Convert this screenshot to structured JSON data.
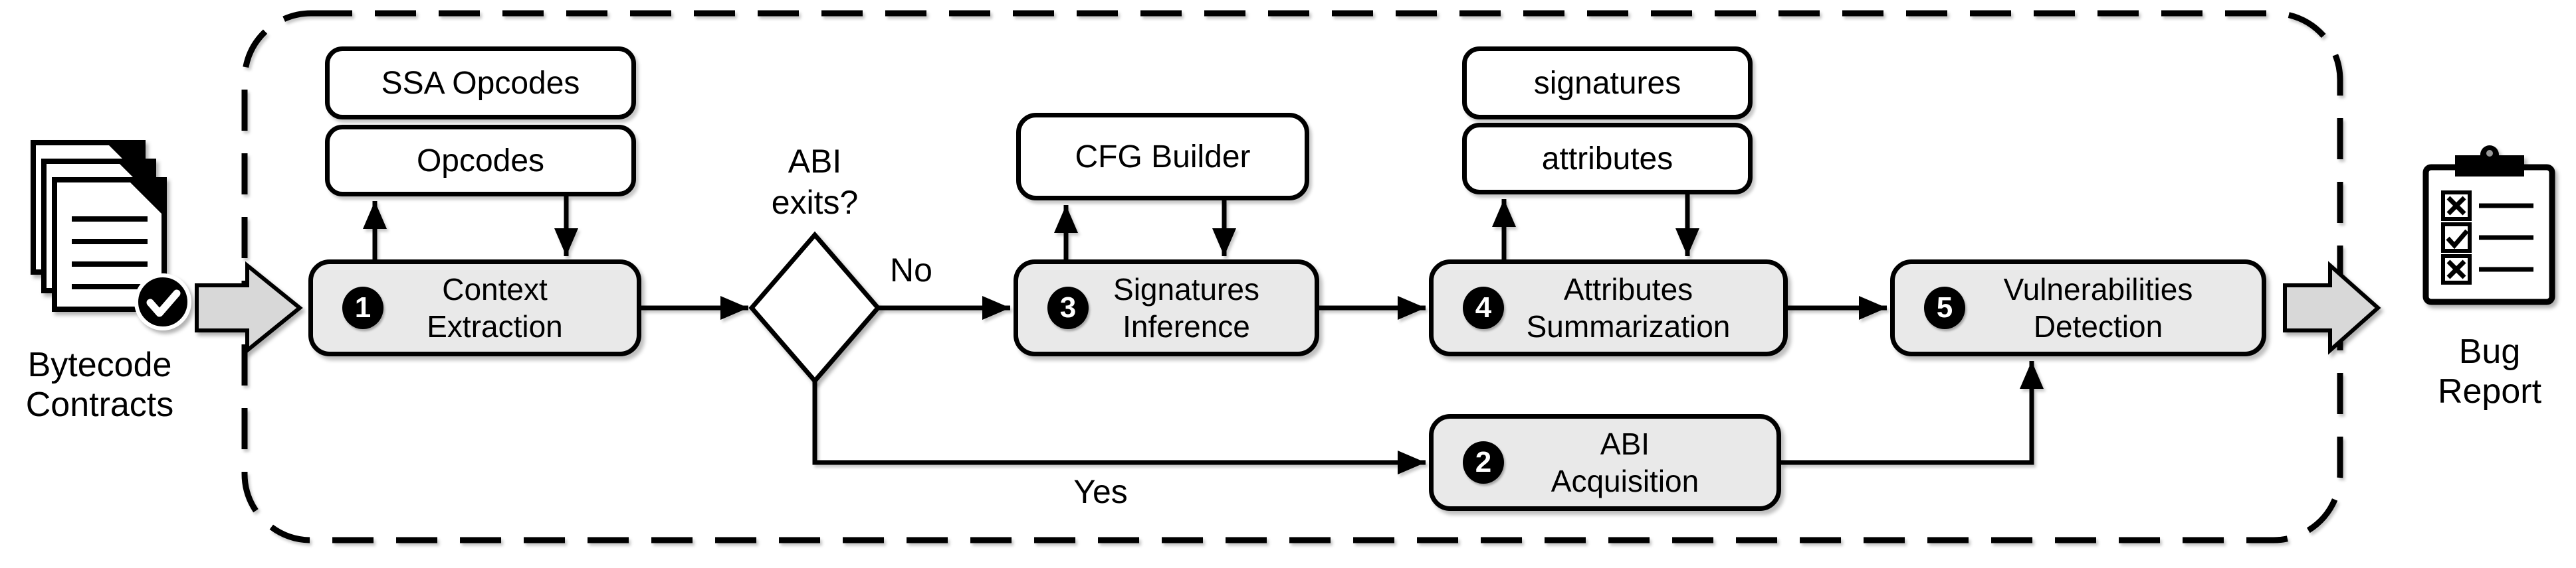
{
  "figure": {
    "input": {
      "icon": "documents-stack-check",
      "label": [
        "Bytecode",
        "Contracts"
      ]
    },
    "output": {
      "icon": "clipboard-checklist",
      "label": [
        "Bug",
        "Report"
      ]
    },
    "decision": {
      "label": [
        "ABI",
        "exits?"
      ]
    },
    "branches": {
      "no": "No",
      "yes": "Yes"
    },
    "stages": [
      {
        "num": "1",
        "label": [
          "Context",
          "Extraction"
        ]
      },
      {
        "num": "2",
        "label": [
          "ABI",
          "Acquisition"
        ]
      },
      {
        "num": "3",
        "label": [
          "Signatures",
          "Inference"
        ]
      },
      {
        "num": "4",
        "label": [
          "Attributes",
          "Summarization"
        ]
      },
      {
        "num": "5",
        "label": [
          "Vulnerabilities",
          "Detection"
        ]
      }
    ],
    "artifacts": {
      "ssa_opcodes": "SSA Opcodes",
      "opcodes": "Opcodes",
      "cfg_builder": "CFG Builder",
      "signatures": "signatures",
      "attributes": "attributes"
    },
    "colors": {
      "stage_fill": "#e9e9e9",
      "artifact_fill": "#ffffff",
      "block_arrow_fill": "#d8d8d8",
      "line": "#000000",
      "badge_bg": "#000000",
      "badge_text": "#ffffff"
    }
  }
}
